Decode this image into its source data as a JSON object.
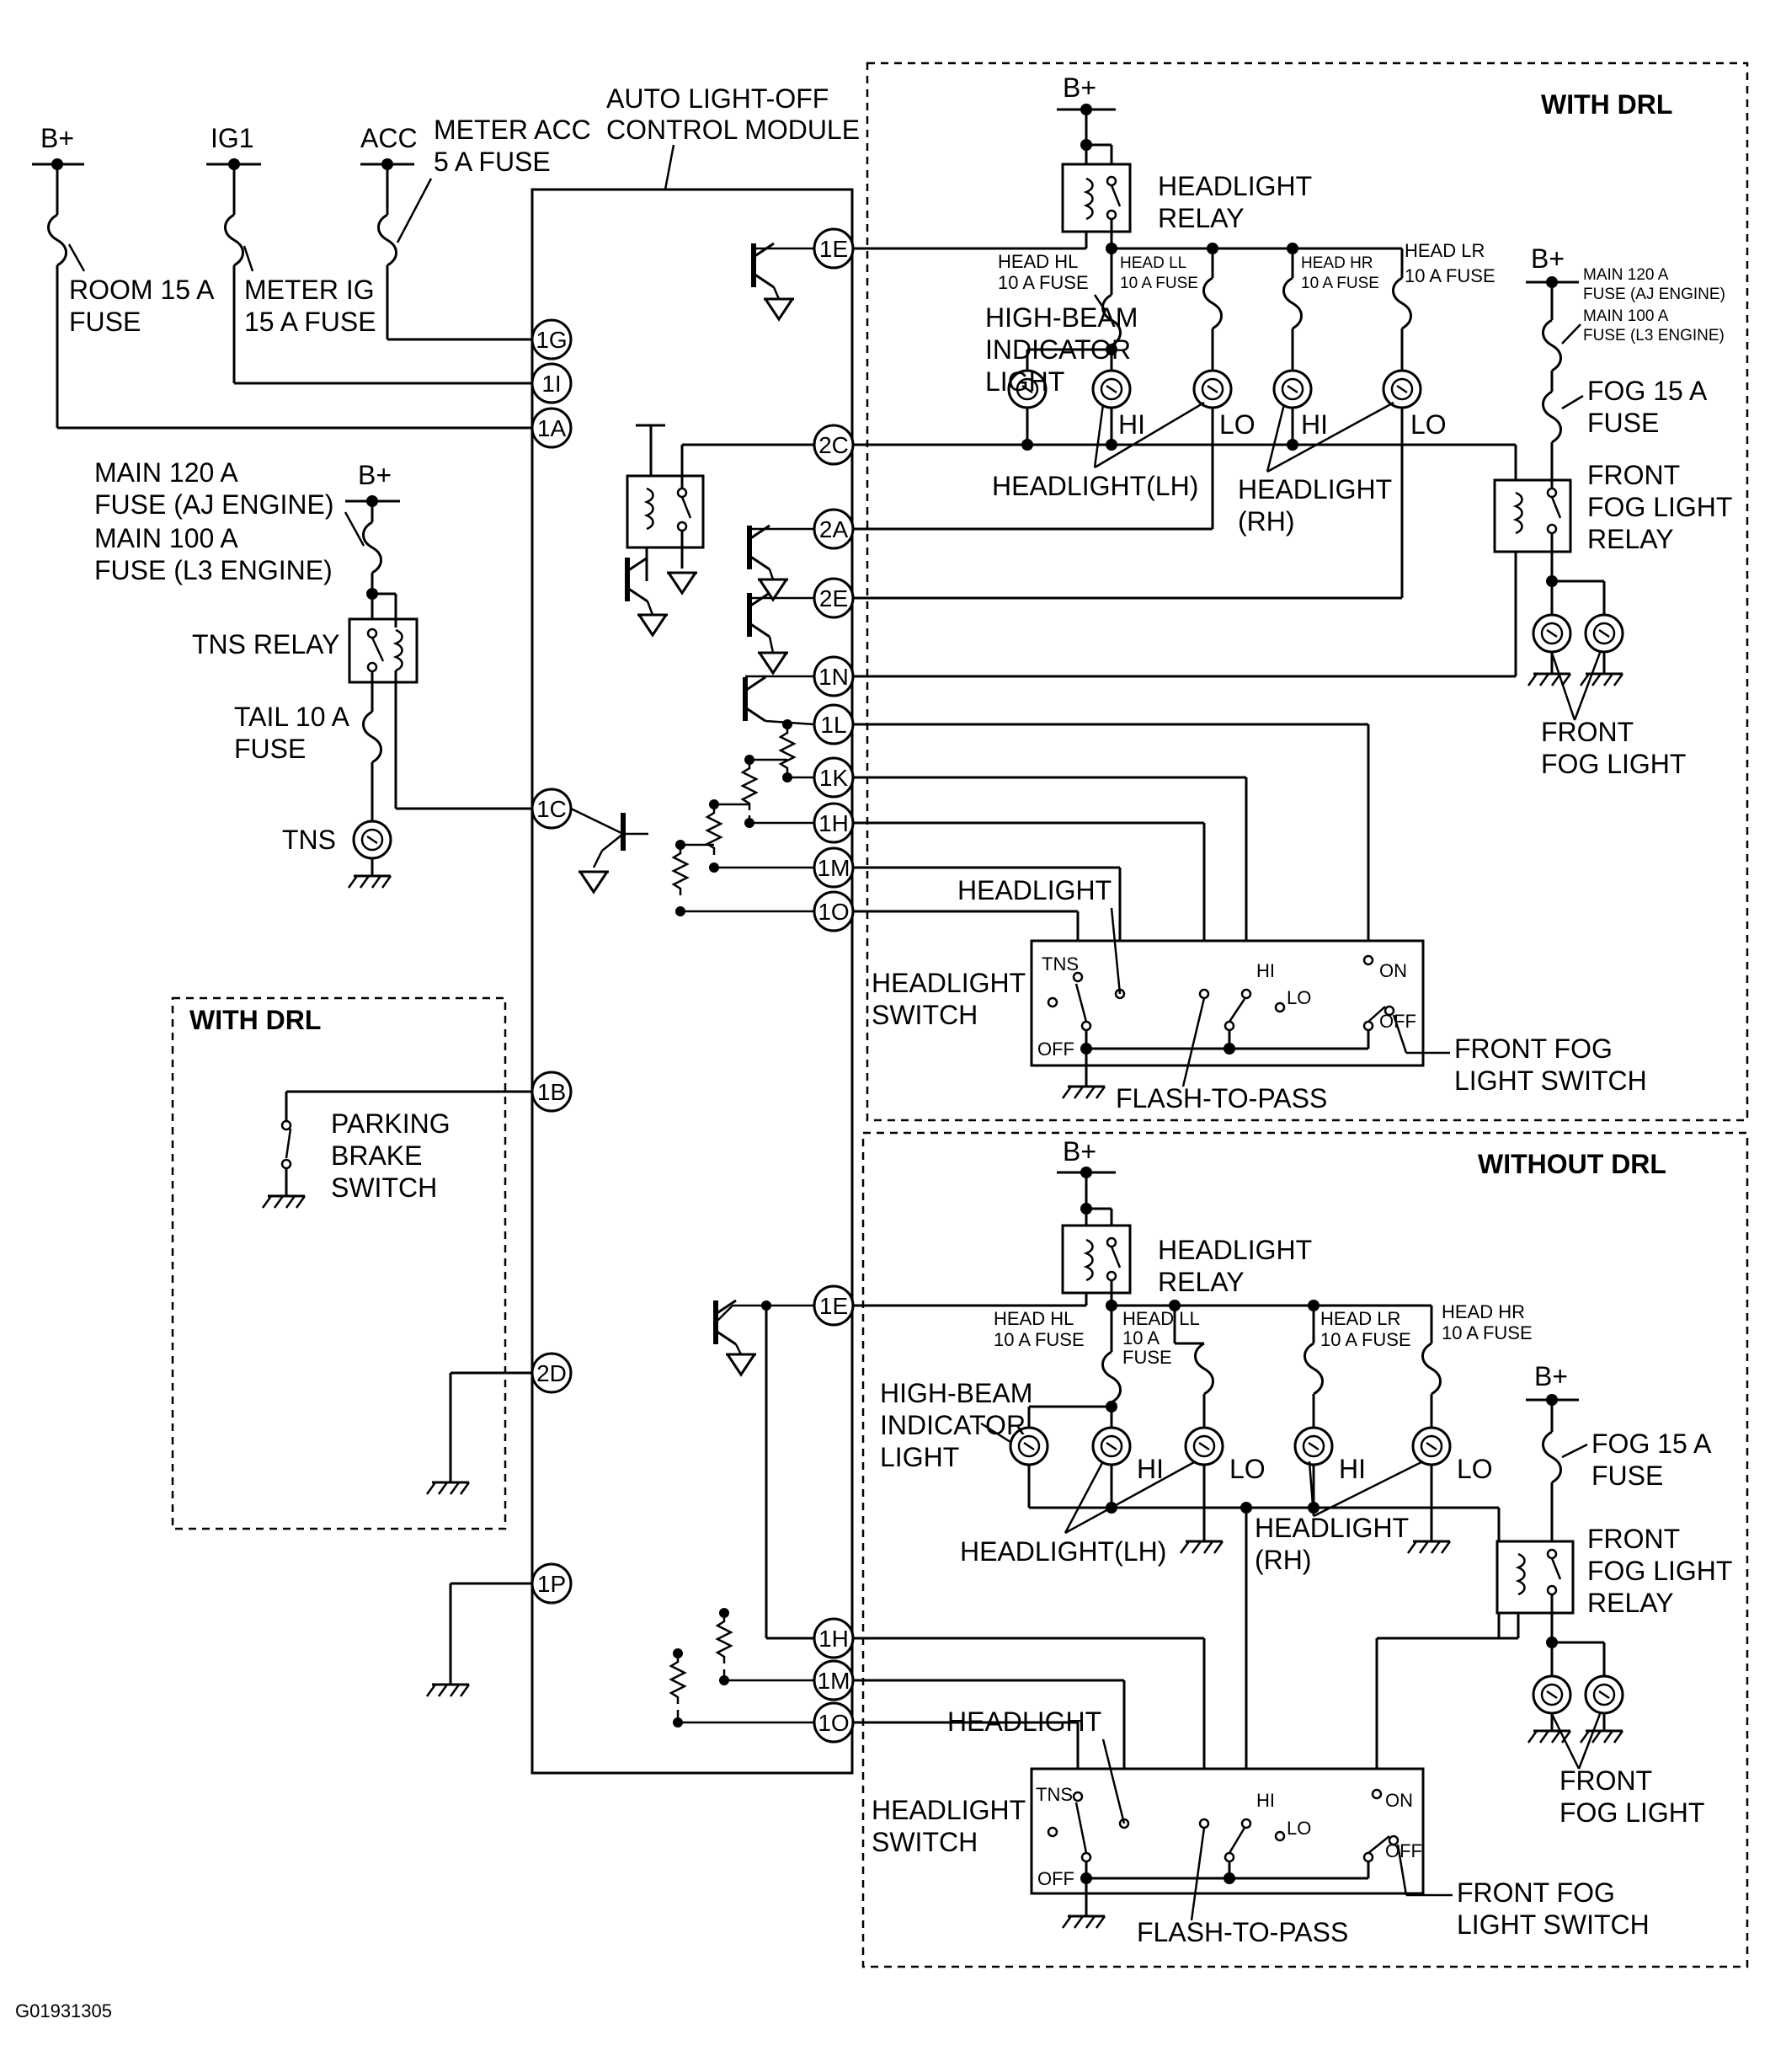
{
  "module": {
    "title_line1": "AUTO LIGHT-OFF",
    "title_line2": "CONTROL MODULE"
  },
  "supply": {
    "bplus": "B+",
    "ig1": "IG1",
    "acc": "ACC",
    "meter_acc_fuse_l1": "METER ACC",
    "meter_acc_fuse_l2": "5 A FUSE",
    "room_fuse_l1": "ROOM 15 A",
    "room_fuse_l2": "FUSE",
    "meter_ig_fuse_l1": "METER IG",
    "meter_ig_fuse_l2": "15 A FUSE",
    "main_l1": "MAIN 120 A",
    "main_l2": "FUSE (AJ ENGINE)",
    "main_l3": "MAIN 100 A",
    "main_l4": "FUSE (L3 ENGINE)",
    "tns_relay": "TNS RELAY",
    "tail_fuse_l1": "TAIL 10 A",
    "tail_fuse_l2": "FUSE",
    "tns": "TNS"
  },
  "pins": {
    "p1G": "1G",
    "p1I": "1I",
    "p1A": "1A",
    "p1C": "1C",
    "p1B": "1B",
    "p2D": "2D",
    "p1P": "1P",
    "p1E": "1E",
    "p2C": "2C",
    "p2A": "2A",
    "p2E": "2E",
    "p1N": "1N",
    "p1L": "1L",
    "p1K": "1K",
    "p1H": "1H",
    "p1M": "1M",
    "p1O": "1O"
  },
  "parking": {
    "title": "WITH  DRL",
    "l1": "PARKING",
    "l2": "BRAKE",
    "l3": "SWITCH"
  },
  "drl": {
    "title": "WITH  DRL",
    "relay_l1": "HEADLIGHT",
    "relay_l2": "RELAY",
    "head_hl_l1": "HEAD HL",
    "head_hl_l2": "10 A FUSE",
    "head_ll_l1": "HEAD LL",
    "head_ll_l2": "10 A FUSE",
    "head_hr_l1": "HEAD HR",
    "head_hr_l2": "10 A FUSE",
    "head_lr_l1": "HEAD LR",
    "head_lr_l2": "10 A FUSE",
    "hb_l1": "HIGH-BEAM",
    "hb_l2": "INDICATOR",
    "hb_l3": "LIGHT",
    "hi": "HI",
    "lo": "LO",
    "hl_lh": "HEADLIGHT(LH)",
    "hl_rh_l1": "HEADLIGHT",
    "hl_rh_l2": "(RH)",
    "main_s1": "MAIN 120 A",
    "main_s2": "FUSE (AJ ENGINE)",
    "main_s3": "MAIN 100 A",
    "main_s4": "FUSE (L3 ENGINE)",
    "fog_fuse_l1": "FOG 15 A",
    "fog_fuse_l2": "FUSE",
    "ffr_l1": "FRONT",
    "ffr_l2": "FOG  LIGHT",
    "ffr_l3": "RELAY",
    "ffl_l1": "FRONT",
    "ffl_l2": "FOG  LIGHT",
    "headlight": "HEADLIGHT",
    "sw_l1": "HEADLIGHT",
    "sw_l2": "SWITCH",
    "tns": "TNS",
    "off": "OFF",
    "on": "ON",
    "off2": "OFF",
    "ffs_l1": "FRONT FOG",
    "ffs_l2": "LIGHT SWITCH",
    "ftp": "FLASH-TO-PASS"
  },
  "nodrl": {
    "title": "WITHOUT  DRL",
    "relay_l1": "HEADLIGHT",
    "relay_l2": "RELAY",
    "head_hl_l1": "HEAD HL",
    "head_hl_l2": "10 A FUSE",
    "head_ll_l1": "HEAD LL",
    "head_ll_l2": "10 A",
    "head_ll_l3": "FUSE",
    "head_lr_l1": "HEAD LR",
    "head_lr_l2": "10 A FUSE",
    "head_hr_l1": "HEAD HR",
    "head_hr_l2": "10 A FUSE",
    "hb_l1": "HIGH-BEAM",
    "hb_l2": "INDICATOR",
    "hb_l3": "LIGHT",
    "hi": "HI",
    "lo": "LO",
    "hl_lh": "HEADLIGHT(LH)",
    "hl_rh_l1": "HEADLIGHT",
    "hl_rh_l2": "(RH)",
    "fog_fuse_l1": "FOG 15 A",
    "fog_fuse_l2": "FUSE",
    "ffr_l1": "FRONT",
    "ffr_l2": "FOG  LIGHT",
    "ffr_l3": "RELAY",
    "ffl_l1": "FRONT",
    "ffl_l2": "FOG  LIGHT",
    "headlight": "HEADLIGHT",
    "sw_l1": "HEADLIGHT",
    "sw_l2": "SWITCH",
    "tns": "TNS",
    "off": "OFF",
    "on": "ON",
    "off2": "OFF",
    "ffs_l1": "FRONT FOG",
    "ffs_l2": "LIGHT SWITCH",
    "ftp": "FLASH-TO-PASS"
  },
  "figure_id": "G01931305"
}
